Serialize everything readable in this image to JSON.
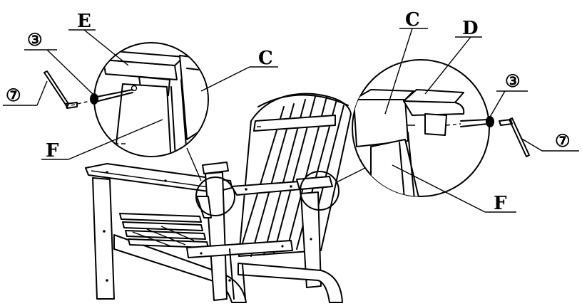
{
  "labels": {
    "part_e": "E",
    "part_c_left": "C",
    "part_c_center": "C",
    "part_d": "D",
    "part_f_left": "F",
    "part_f_right": "F",
    "item_3_left": "③",
    "item_7_left": "⑦",
    "item_3_right": "③",
    "item_7_right": "⑦"
  },
  "colors": {
    "line": "#000000",
    "background": "#ffffff"
  },
  "icons": {
    "bolt": "carriage-bolt-icon",
    "key": "allen-key-icon"
  }
}
